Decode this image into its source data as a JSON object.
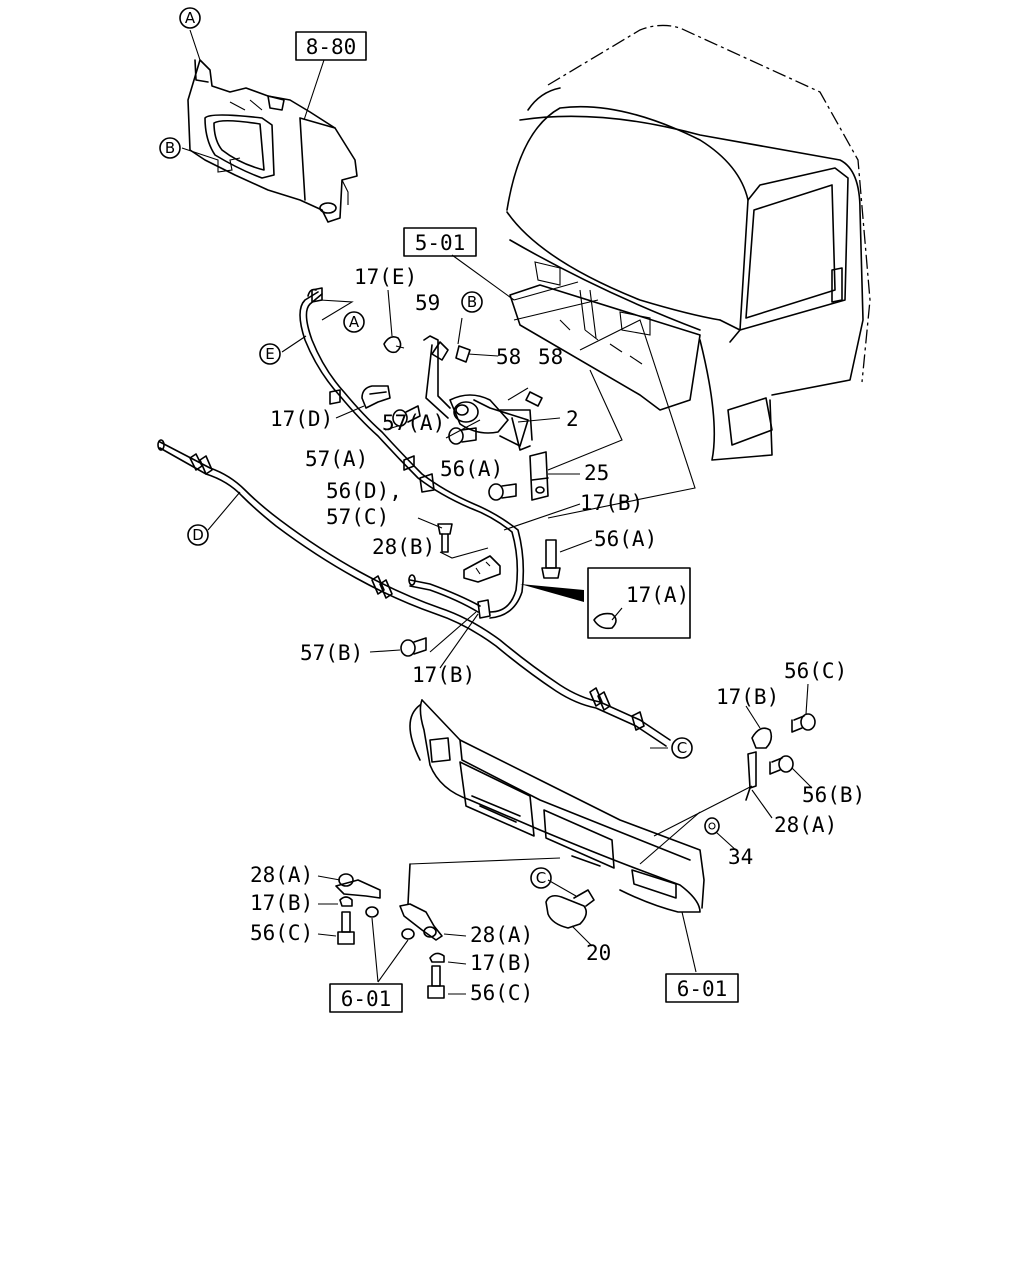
{
  "references": {
    "ref_8_80": "8-80",
    "ref_5_01": "5-01",
    "ref_6_01_left": "6-01",
    "ref_6_01_right": "6-01"
  },
  "circle_markers": {
    "a_top": "A",
    "b_top": "B",
    "a_hose": "A",
    "b_bracket": "B",
    "e_hose": "E",
    "d_hose": "D",
    "c_right": "C",
    "c_bumper": "C"
  },
  "callouts": {
    "p17e": "17(E)",
    "p59": "59",
    "p58_a": "58",
    "p58_b": "58",
    "p17d": "17(D)",
    "p57a_a": "57(A)",
    "p2": "2",
    "p57a_b": "57(A)",
    "p25": "25",
    "p56a_a": "56(A)",
    "p56d": "56(D),",
    "p17b_a": "17(B)",
    "p57c": "57(C)",
    "p56a_b": "56(A)",
    "p28b": "28(B)",
    "p17a": "17(A)",
    "p57b": "57(B)",
    "p17b_b": "17(B)",
    "p56c_a": "56(C)",
    "p17b_c": "17(B)",
    "p56b": "56(B)",
    "p28a_a": "28(A)",
    "p34": "34",
    "p28a_b": "28(A)",
    "p17b_d": "17(B)",
    "p56c_b": "56(C)",
    "p28a_c": "28(A)",
    "p20": "20",
    "p17b_e": "17(B)",
    "p56c_c": "56(C)"
  }
}
